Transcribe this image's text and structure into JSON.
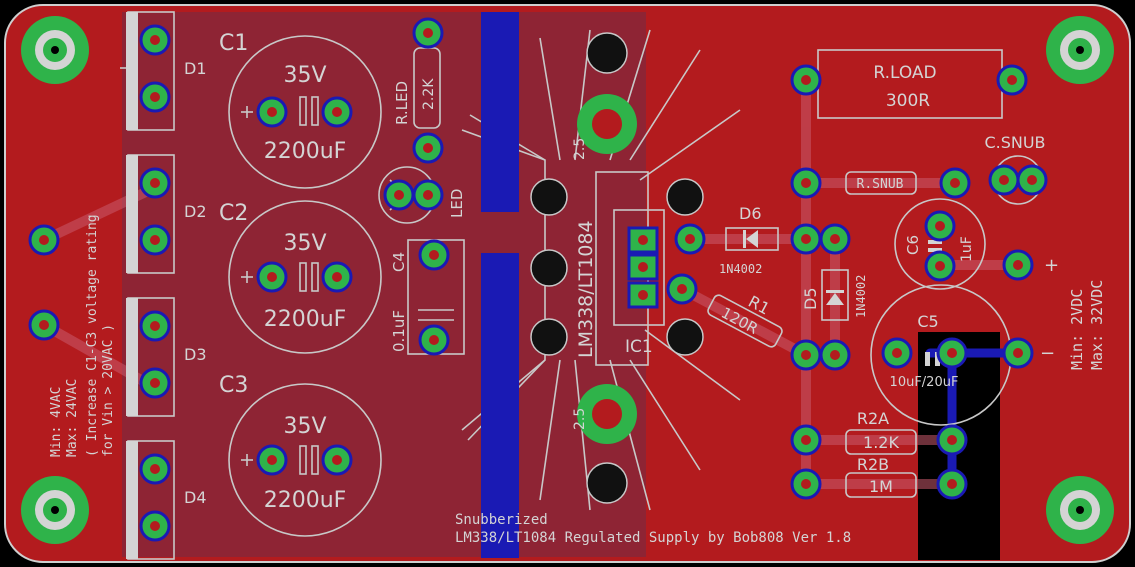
{
  "colors": {
    "background": "#000000",
    "board_red": "#b31b1e",
    "pour_red": "#8e2434",
    "copper_blue": "#1a1ab4",
    "pad_green": "#2fb34a",
    "silkscreen": "#d4d4d4"
  },
  "components": {
    "d1": "D1",
    "d2": "D2",
    "d3": "D3",
    "d4": "D4",
    "c1": "C1",
    "c2": "C2",
    "c3": "C3",
    "cap_voltage": "35V",
    "cap_value": "2200uF",
    "rled": "R.LED",
    "rled_value": "2.2K",
    "led": "LED",
    "c4": "C4",
    "c4_value": "0.1uF",
    "ic_part": "LM338/LT1084",
    "ic1": "IC1",
    "d6": "D6",
    "d6_value": "1N4002",
    "d5": "D5",
    "d5_value": "1N4002",
    "r1": "R1",
    "r1_value": "120R",
    "rload": "R.LOAD",
    "rload_value": "300R",
    "csnub": "C.SNUB",
    "rsnub": "R.SNUB",
    "c6": "C6",
    "c6_value": "1uF",
    "c5": "C5",
    "c5_value": "10uF/20uF",
    "r2a": "R2A",
    "r2a_value": "1.2K",
    "r2b": "R2B",
    "r2b_value": "1M",
    "mount_label": "2.5"
  },
  "notes": {
    "input_min": "Min:  4VAC",
    "input_max": "Max: 24VAC",
    "input_note1": "( Increase C1-C3 voltage rating",
    "input_note2": "for Vin > 20VAC )",
    "output_min": "Min:  2VDC",
    "output_max": "Max: 32VDC",
    "plus": "+",
    "minus": "−",
    "title1": "Snubberized",
    "title2": "LM338/LT1084 Regulated Supply by Bob808 Ver 1.8"
  },
  "icons": [
    "mounting-hole-icon",
    "pad-icon",
    "heatsink-icon",
    "diode-symbol-icon",
    "capacitor-symbol-icon"
  ]
}
